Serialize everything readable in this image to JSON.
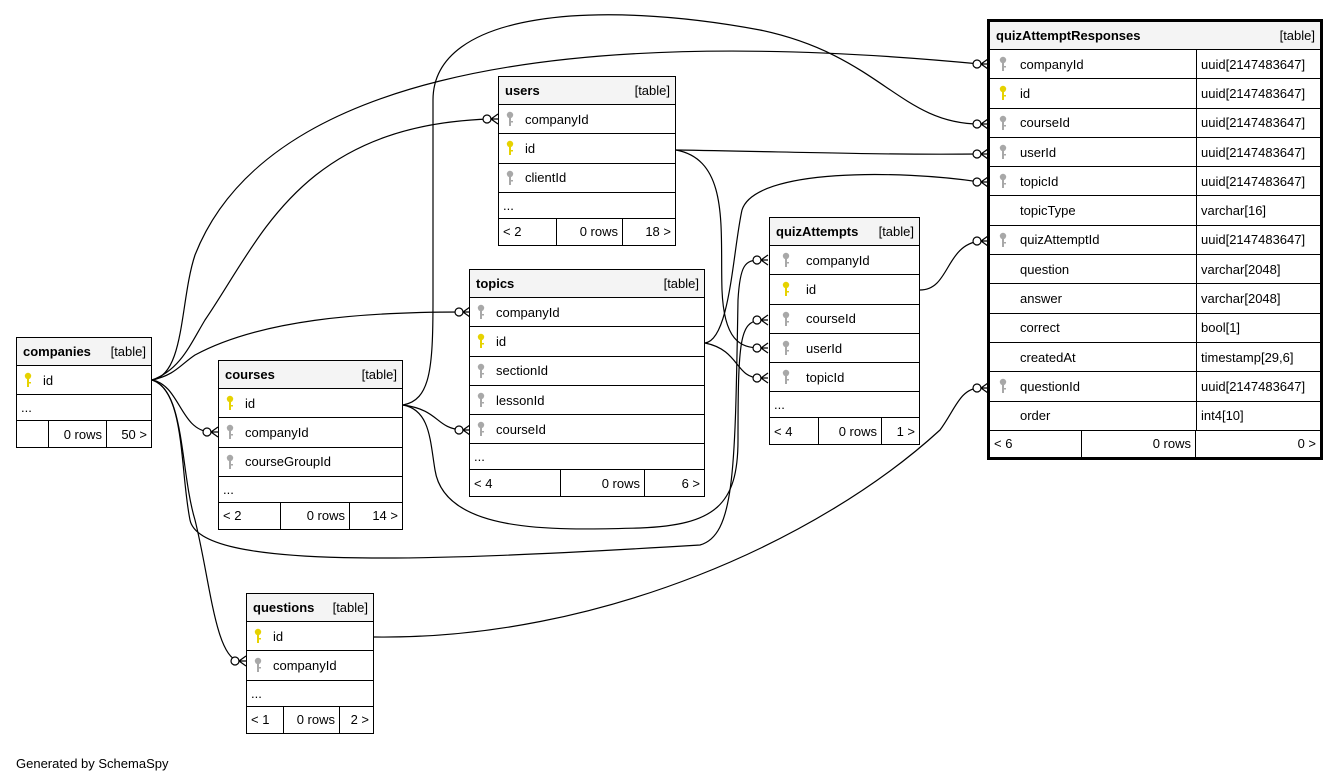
{
  "colors": {
    "primary_key": "#e6d200",
    "foreign_key": "#a8a8a8",
    "header_bg": "#f4f4f4"
  },
  "tables": {
    "companies": {
      "name": "companies",
      "type": "[table]",
      "columns": [
        {
          "name": "id",
          "key": "primary"
        }
      ],
      "more": "...",
      "parents": "",
      "rows": "0 rows",
      "children": "50 >"
    },
    "courses": {
      "name": "courses",
      "type": "[table]",
      "columns": [
        {
          "name": "id",
          "key": "primary"
        },
        {
          "name": "companyId",
          "key": "foreign"
        },
        {
          "name": "courseGroupId",
          "key": "foreign"
        }
      ],
      "more": "...",
      "parents": "< 2",
      "rows": "0 rows",
      "children": "14 >"
    },
    "users": {
      "name": "users",
      "type": "[table]",
      "columns": [
        {
          "name": "companyId",
          "key": "foreign"
        },
        {
          "name": "id",
          "key": "primary"
        },
        {
          "name": "clientId",
          "key": "foreign"
        }
      ],
      "more": "...",
      "parents": "< 2",
      "rows": "0 rows",
      "children": "18 >"
    },
    "topics": {
      "name": "topics",
      "type": "[table]",
      "columns": [
        {
          "name": "companyId",
          "key": "foreign"
        },
        {
          "name": "id",
          "key": "primary"
        },
        {
          "name": "sectionId",
          "key": "foreign"
        },
        {
          "name": "lessonId",
          "key": "foreign"
        },
        {
          "name": "courseId",
          "key": "foreign"
        }
      ],
      "more": "...",
      "parents": "< 4",
      "rows": "0 rows",
      "children": "6 >"
    },
    "questions": {
      "name": "questions",
      "type": "[table]",
      "columns": [
        {
          "name": "id",
          "key": "primary"
        },
        {
          "name": "companyId",
          "key": "foreign"
        }
      ],
      "more": "...",
      "parents": "< 1",
      "rows": "0 rows",
      "children": "2 >"
    },
    "quizAttempts": {
      "name": "quizAttempts",
      "type": "[table]",
      "columns": [
        {
          "name": "companyId",
          "key": "foreign"
        },
        {
          "name": "id",
          "key": "primary"
        },
        {
          "name": "courseId",
          "key": "foreign"
        },
        {
          "name": "userId",
          "key": "foreign"
        },
        {
          "name": "topicId",
          "key": "foreign"
        }
      ],
      "more": "...",
      "parents": "< 4",
      "rows": "0 rows",
      "children": "1 >"
    },
    "quizAttemptResponses": {
      "name": "quizAttemptResponses",
      "type": "[table]",
      "columns": [
        {
          "name": "companyId",
          "key": "foreign",
          "type": "uuid[2147483647]"
        },
        {
          "name": "id",
          "key": "primary",
          "type": "uuid[2147483647]"
        },
        {
          "name": "courseId",
          "key": "foreign",
          "type": "uuid[2147483647]"
        },
        {
          "name": "userId",
          "key": "foreign",
          "type": "uuid[2147483647]"
        },
        {
          "name": "topicId",
          "key": "foreign",
          "type": "uuid[2147483647]"
        },
        {
          "name": "topicType",
          "key": "none",
          "type": "varchar[16]"
        },
        {
          "name": "quizAttemptId",
          "key": "foreign",
          "type": "uuid[2147483647]"
        },
        {
          "name": "question",
          "key": "none",
          "type": "varchar[2048]"
        },
        {
          "name": "answer",
          "key": "none",
          "type": "varchar[2048]"
        },
        {
          "name": "correct",
          "key": "none",
          "type": "bool[1]"
        },
        {
          "name": "createdAt",
          "key": "none",
          "type": "timestamp[29,6]"
        },
        {
          "name": "questionId",
          "key": "foreign",
          "type": "uuid[2147483647]"
        },
        {
          "name": "order",
          "key": "none",
          "type": "int4[10]"
        }
      ],
      "parents": "< 6",
      "rows": "0 rows",
      "children": "0 >"
    }
  },
  "footer": {
    "generated_by": "Generated by SchemaSpy"
  }
}
